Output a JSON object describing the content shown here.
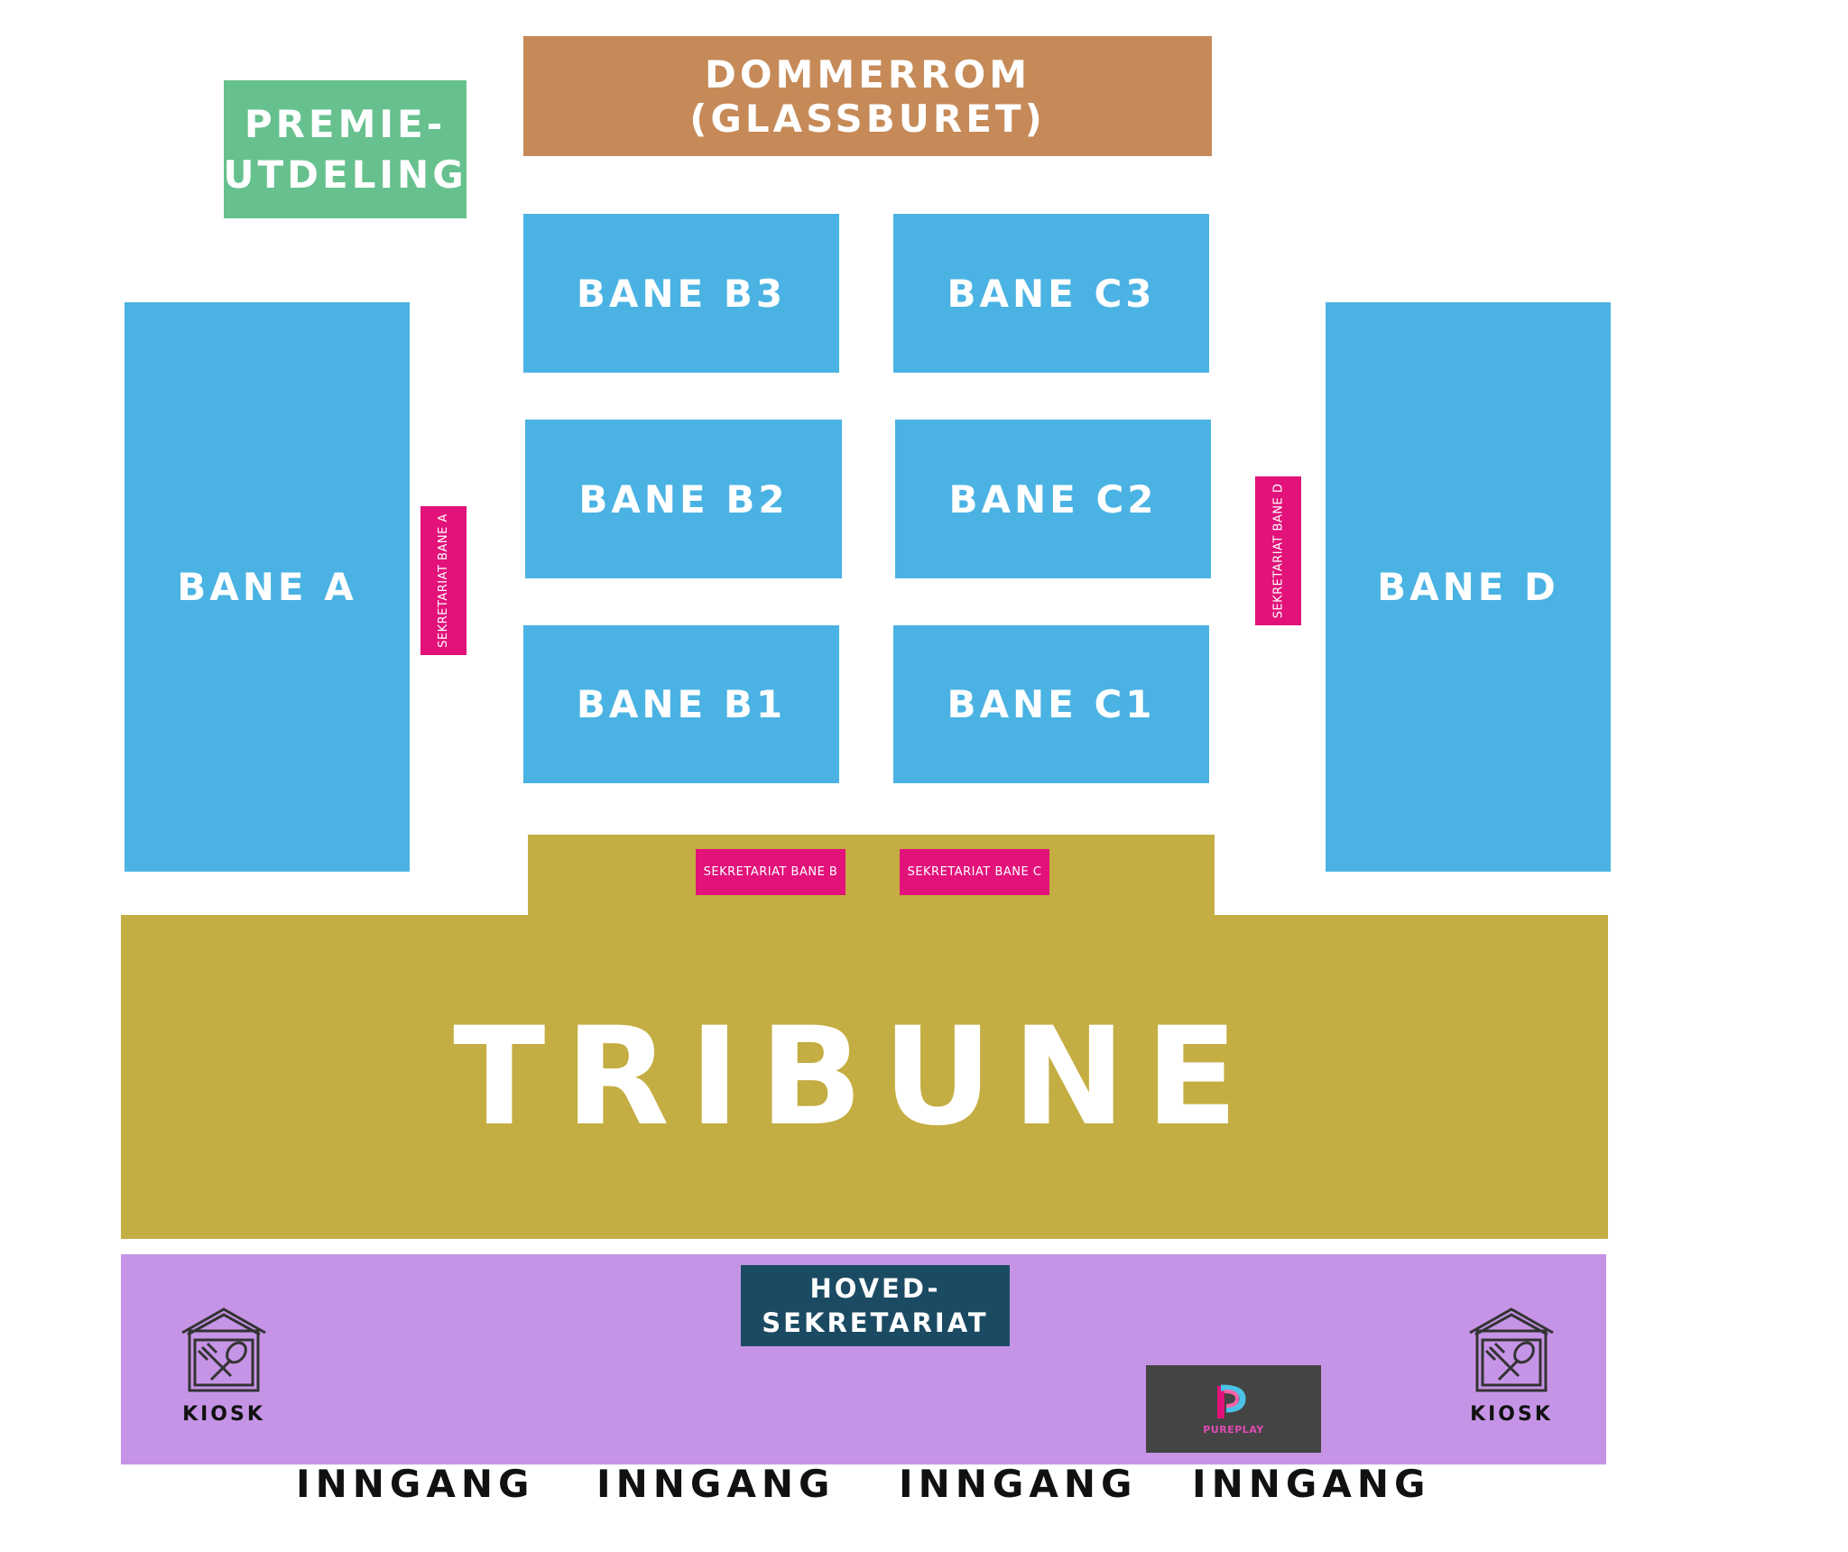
{
  "colors": {
    "court": "#4bb3e3",
    "sekretariat": "#e2127a",
    "dommerrom": "#c68a58",
    "premie": "#66c18e",
    "tribune": "#c4ad42",
    "hall": "#c694e6",
    "hovedsekretariat": "#1b4b63",
    "sponsor_bg": "#444444"
  },
  "zones": {
    "dommerrom": "DOMMERROM (GLASSBURET)",
    "premie_line1": "PREMIE-",
    "premie_line2": "UTDELING",
    "tribune": "TRIBUNE",
    "hovedsekretariat_line1": "HOVED-",
    "hovedsekretariat_line2": "SEKRETARIAT"
  },
  "courts": {
    "a": "BANE A",
    "b1": "BANE B1",
    "b2": "BANE B2",
    "b3": "BANE B3",
    "c1": "BANE C1",
    "c2": "BANE C2",
    "c3": "BANE C3",
    "d": "BANE D"
  },
  "sekretariat": {
    "a": "SEKRETARIAT BANE A",
    "b": "SEKRETARIAT BANE B",
    "c": "SEKRETARIAT BANE C",
    "d": "SEKRETARIAT BANE D"
  },
  "kiosk": {
    "left_label": "KIOSK",
    "right_label": "KIOSK",
    "icon": "kiosk-food-icon"
  },
  "sponsor": {
    "name": "PUREPLAY",
    "icon": "pureplay-logo"
  },
  "entrances": [
    "INNGANG",
    "INNGANG",
    "INNGANG",
    "INNGANG"
  ]
}
